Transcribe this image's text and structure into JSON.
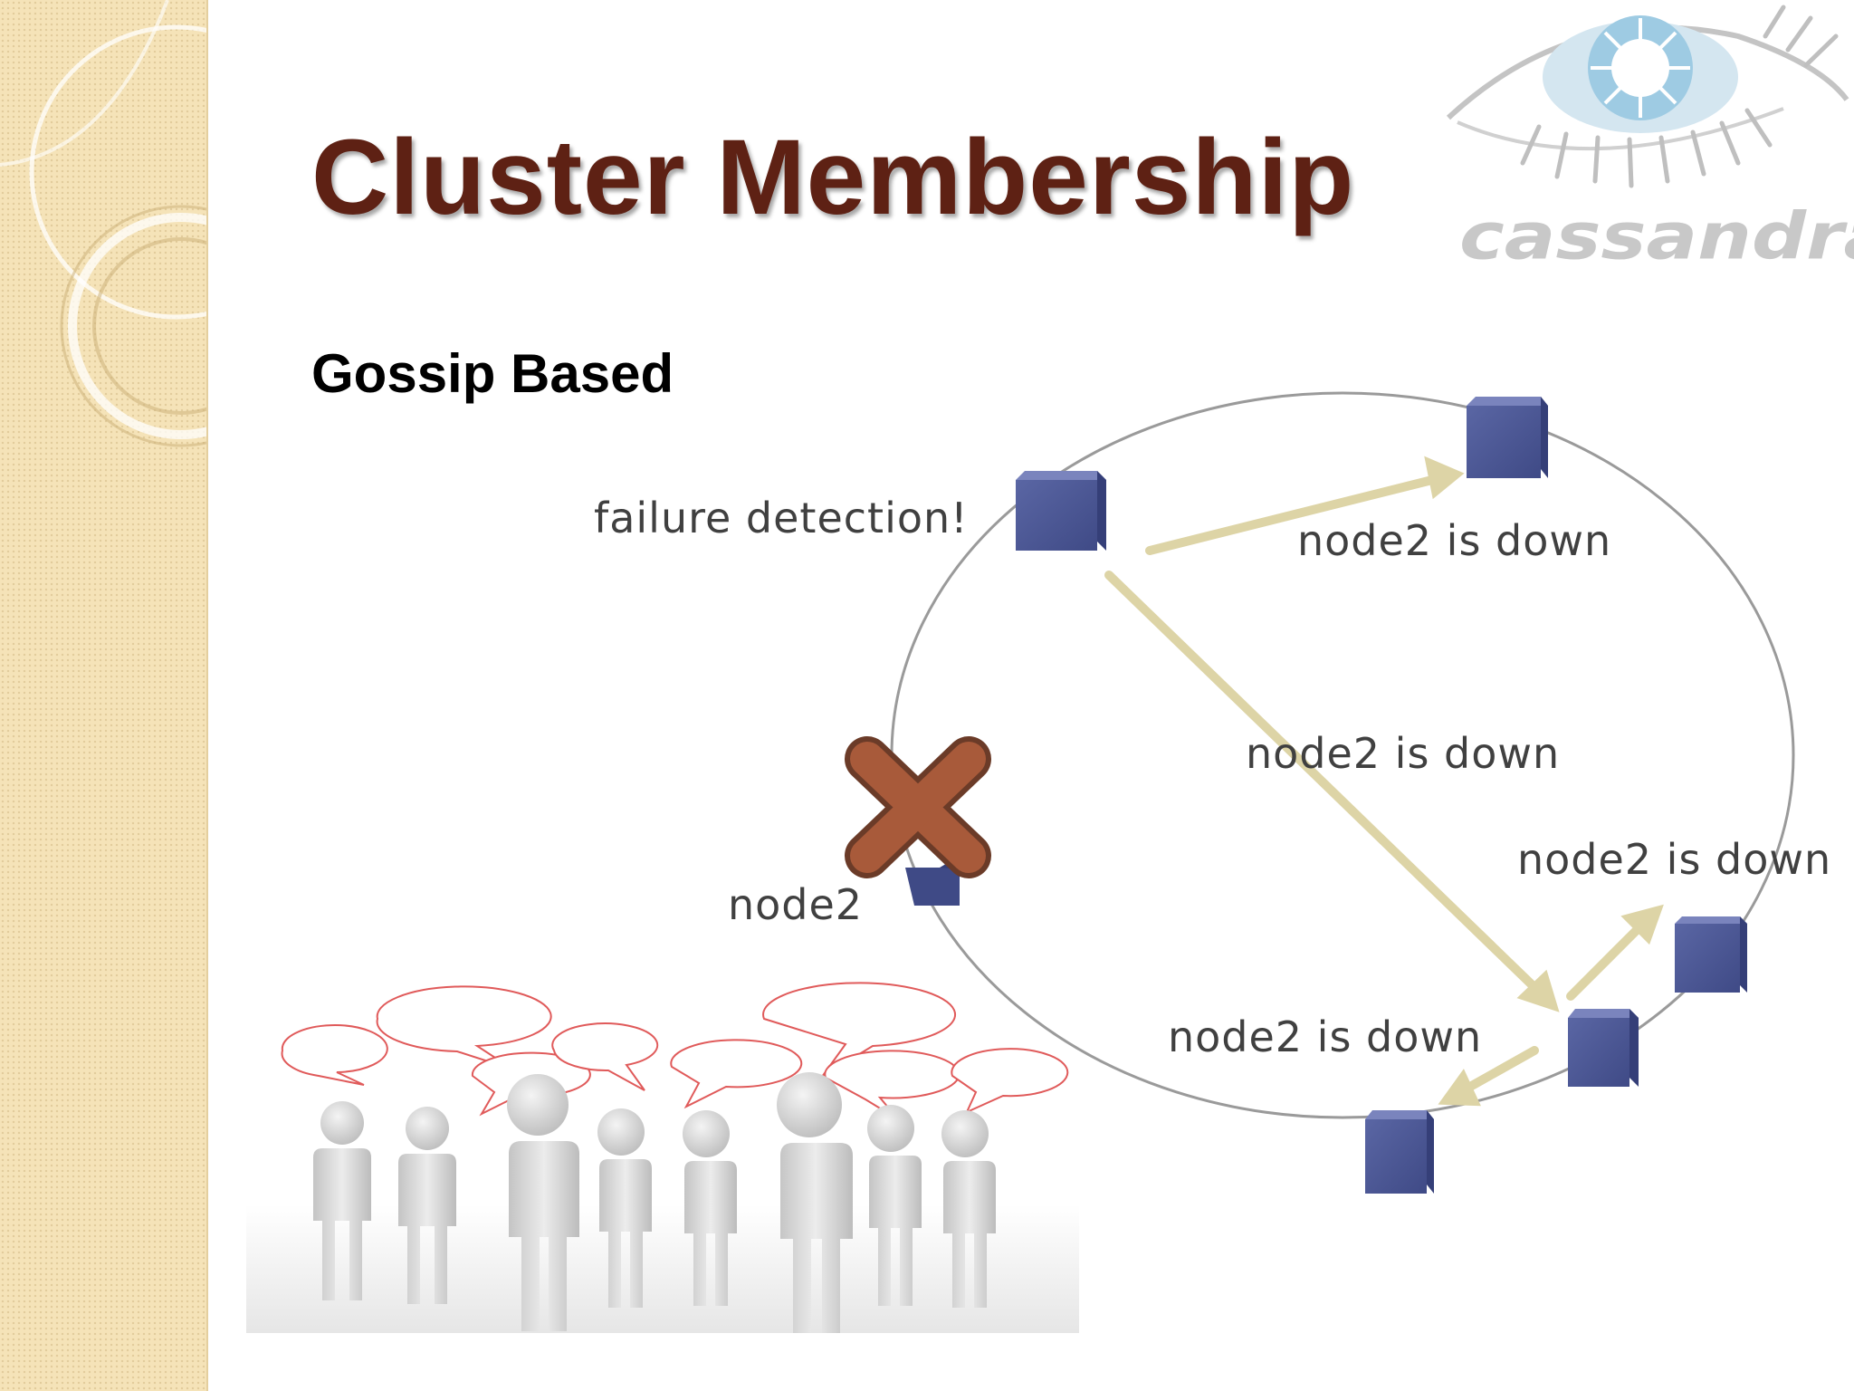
{
  "slide": {
    "title": "Cluster Membership",
    "subtitle": "Gossip Based"
  },
  "logo": {
    "wordmark": "cassandra",
    "icon": "cassandra-eye-icon"
  },
  "diagram": {
    "failure_label": "failure detection!",
    "down_node_label": "node2",
    "messages": [
      "node2 is down",
      "node2 is down",
      "node2 is down",
      "node2 is down"
    ]
  },
  "illustration": {
    "icon": "people-gossip-icon"
  },
  "colors": {
    "title": "#5e2114",
    "node": "#4a5694",
    "cross": "#a0553a",
    "arrow": "#ddd4a6",
    "panel": "#f5e3b8"
  }
}
